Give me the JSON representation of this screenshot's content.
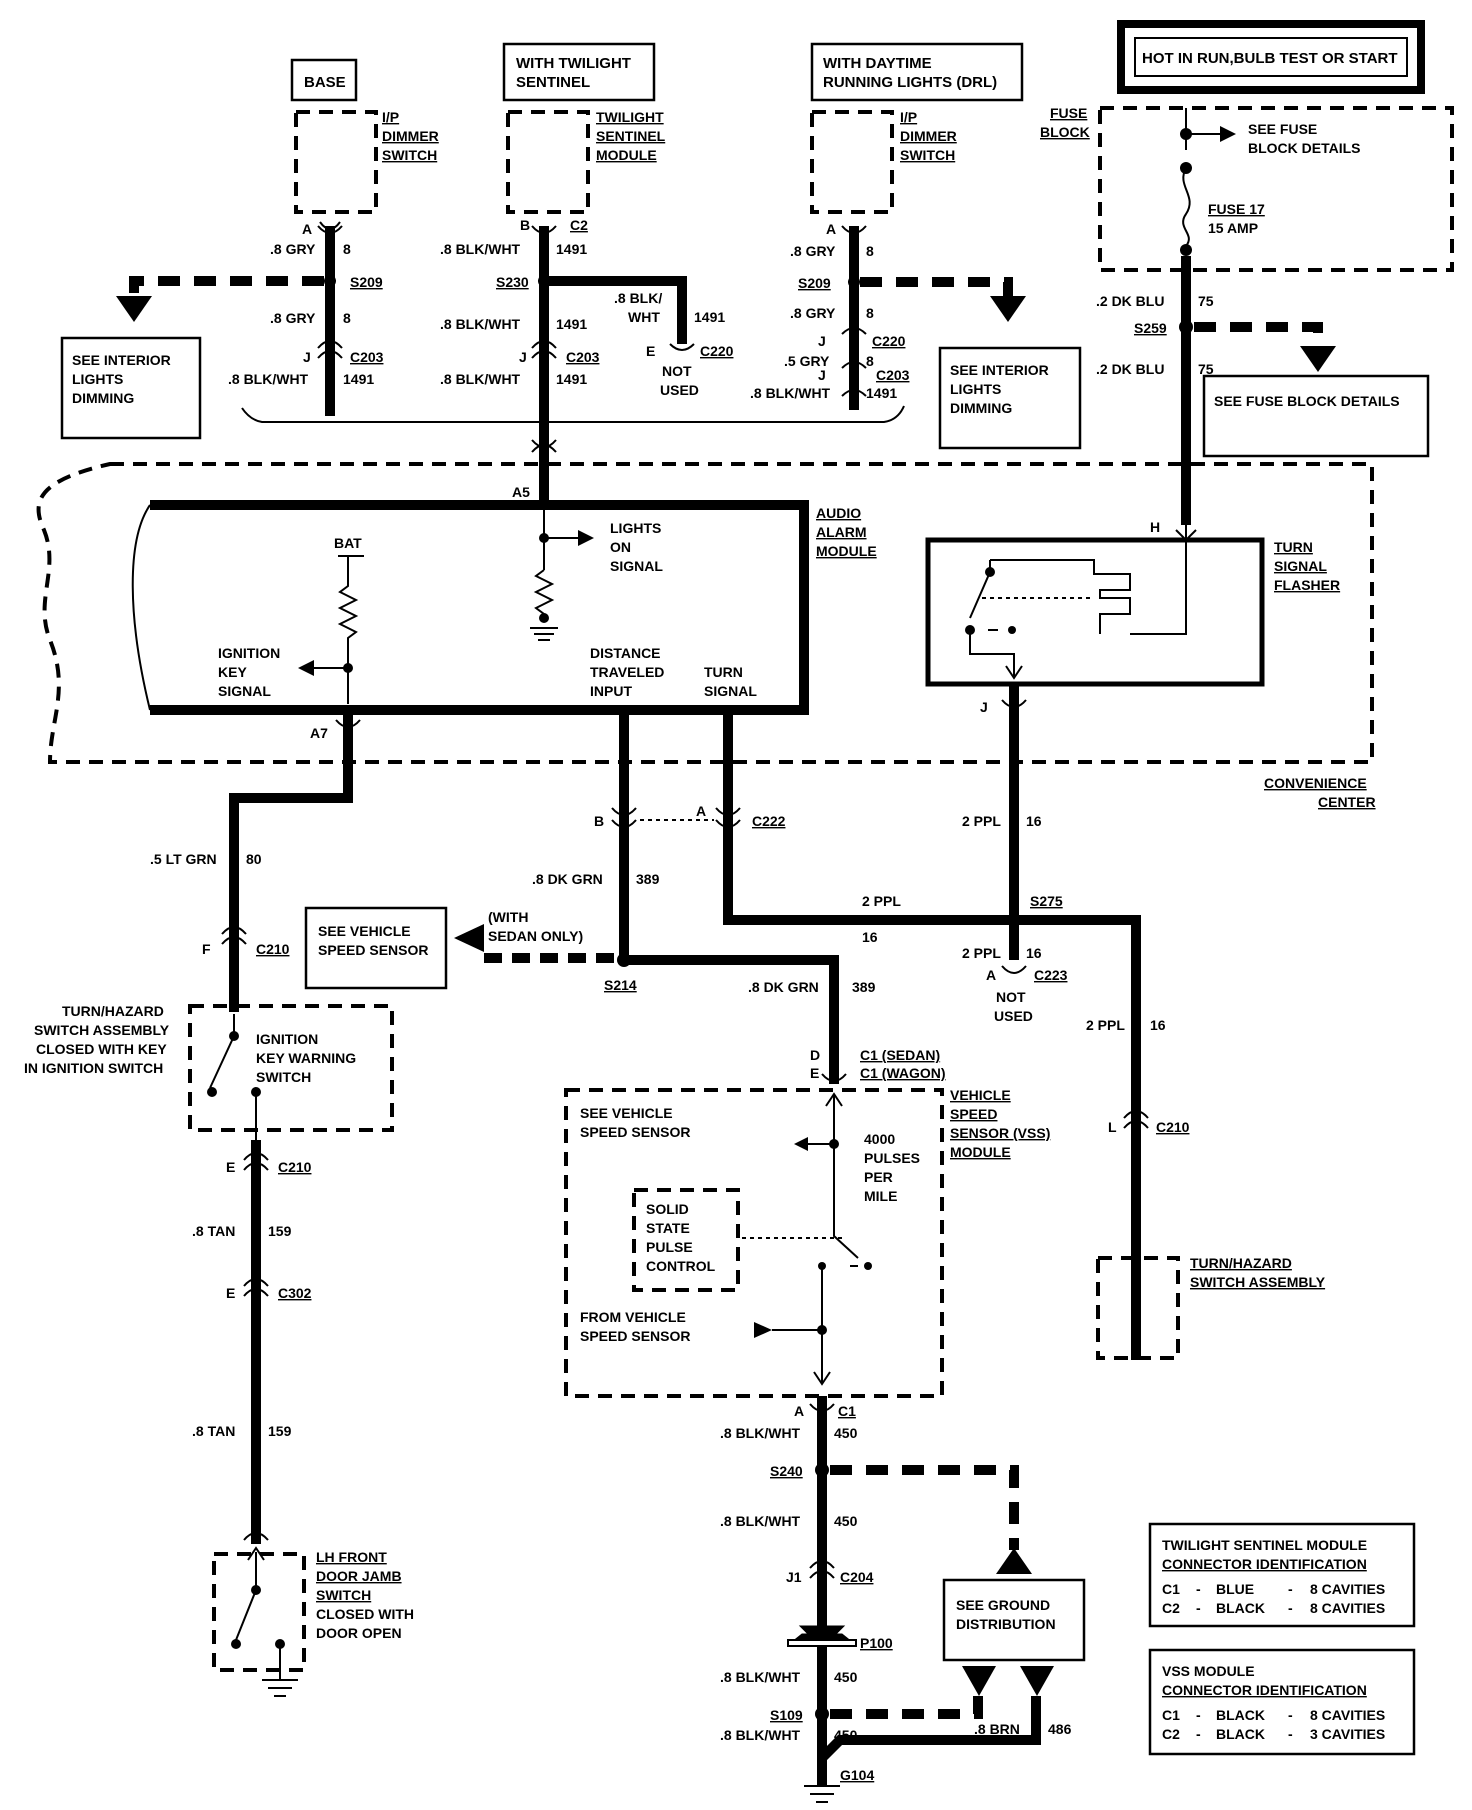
{
  "header": {
    "hot_label": "HOT IN RUN,BULB TEST OR START",
    "fuse_block": [
      "FUSE",
      "BLOCK"
    ],
    "see_fuse_block_details": [
      "SEE FUSE",
      "BLOCK DETAILS"
    ],
    "fuse": [
      "FUSE 17",
      "15 AMP"
    ],
    "see_fuse_block_details_box": "SEE FUSE BLOCK DETAILS"
  },
  "variants": {
    "base": "BASE",
    "twilight": [
      "WITH TWILIGHT",
      "SENTINEL"
    ],
    "drl": [
      "WITH DAYTIME",
      "RUNNING LIGHTS (DRL)"
    ]
  },
  "components": {
    "ip_dimmer": [
      "I/P",
      "DIMMER",
      "SWITCH"
    ],
    "twilight_module": [
      "TWILIGHT",
      "SENTINEL",
      "MODULE"
    ],
    "drl_dimmer": [
      "I/P",
      "DIMMER",
      "SWITCH"
    ],
    "see_interior_left": [
      "SEE INTERIOR",
      "LIGHTS",
      "DIMMING"
    ],
    "see_interior_right": [
      "SEE INTERIOR",
      "LIGHTS",
      "DIMMING"
    ],
    "not_used_c220": [
      "NOT",
      "USED"
    ],
    "audio_alarm": [
      "AUDIO",
      "ALARM",
      "MODULE"
    ],
    "lights_on": [
      "LIGHTS",
      "ON",
      "SIGNAL"
    ],
    "bat": "BAT",
    "ignition_key_signal": [
      "IGNITION",
      "KEY",
      "SIGNAL"
    ],
    "distance_input": [
      "DISTANCE",
      "TRAVELED",
      "INPUT"
    ],
    "turn_signal": [
      "TURN",
      "SIGNAL"
    ],
    "turn_flasher": [
      "TURN",
      "SIGNAL",
      "FLASHER"
    ],
    "convenience_center": [
      "CONVENIENCE",
      "CENTER"
    ],
    "see_vss": [
      "SEE VEHICLE",
      "SPEED SENSOR"
    ],
    "with_sedan": [
      "(WITH",
      "SEDAN ONLY)"
    ],
    "turn_hazard_assy": [
      "TURN/HAZARD",
      "SWITCH ASSEMBLY",
      "CLOSED WITH KEY",
      "IN IGNITION SWITCH"
    ],
    "ign_key_warning": [
      "IGNITION",
      "KEY WARNING",
      "SWITCH"
    ],
    "not_used_c223": [
      "NOT",
      "USED"
    ],
    "vss_module": [
      "VEHICLE",
      "SPEED",
      "SENSOR (VSS)",
      "MODULE"
    ],
    "vss_inner_see": [
      "SEE VEHICLE",
      "SPEED SENSOR"
    ],
    "pulses": [
      "4000",
      "PULSES",
      "PER",
      "MILE"
    ],
    "solid_state": [
      "SOLID",
      "STATE",
      "PULSE",
      "CONTROL"
    ],
    "from_vss": [
      "FROM VEHICLE",
      "SPEED SENSOR"
    ],
    "turn_hazard_bottom": [
      "TURN/HAZARD",
      "SWITCH ASSEMBLY"
    ],
    "lh_door": [
      "LH FRONT",
      "DOOR JAMB",
      "SWITCH",
      "CLOSED WITH",
      "DOOR OPEN"
    ],
    "see_ground": [
      "SEE GROUND",
      "DISTRIBUTION"
    ]
  },
  "connectors": {
    "c203": "C203",
    "c2": "C2",
    "c220": "C220",
    "c210": "C210",
    "c222": "C222",
    "c223": "C223",
    "c302": "C302",
    "c204": "C204",
    "p100": "P100",
    "c1_sedan": "C1 (SEDAN)",
    "c1_wagon": "C1 (WAGON)",
    "c1": "C1"
  },
  "splices": {
    "s209a": "S209",
    "s230": "S230",
    "s209b": "S209",
    "s259": "S259",
    "s214": "S214",
    "s275": "S275",
    "s240": "S240",
    "s109": "S109",
    "g104": "G104"
  },
  "pins": {
    "a": "A",
    "b": "B",
    "e": "E",
    "j": "J",
    "h": "H",
    "f": "F",
    "l": "L",
    "d": "D",
    "a5": "A5",
    "a7": "A7",
    "j1": "J1"
  },
  "wires": {
    "gry8": ".8 GRY",
    "n8": "8",
    "gry5": ".5 GRY",
    "blkwht8": ".8 BLK/WHT",
    "n1491": "1491",
    "blk_slash": ".8 BLK/",
    "wht": "WHT",
    "dkblu": ".2 DK BLU",
    "n75": "75",
    "ltgrn": ".5 LT GRN",
    "n80": "80",
    "dkgrn": ".8 DK GRN",
    "n389": "389",
    "ppl": "2 PPL",
    "n16": "16",
    "tan": ".8 TAN",
    "n159": "159",
    "n450": "450",
    "brn": ".8 BRN",
    "n486": "486"
  },
  "tables": {
    "twilight_id": {
      "title": [
        "TWILIGHT SENTINEL MODULE",
        "CONNECTOR IDENTIFICATION"
      ],
      "rows": [
        [
          "C1",
          "-",
          "BLUE",
          "-",
          "8 CAVITIES"
        ],
        [
          "C2",
          "-",
          "BLACK",
          "-",
          "8 CAVITIES"
        ]
      ]
    },
    "vss_id": {
      "title": [
        "VSS MODULE",
        "CONNECTOR IDENTIFICATION"
      ],
      "rows": [
        [
          "C1",
          "-",
          "BLACK",
          "-",
          "8 CAVITIES"
        ],
        [
          "C2",
          "-",
          "BLACK",
          "-",
          "3 CAVITIES"
        ]
      ]
    }
  }
}
